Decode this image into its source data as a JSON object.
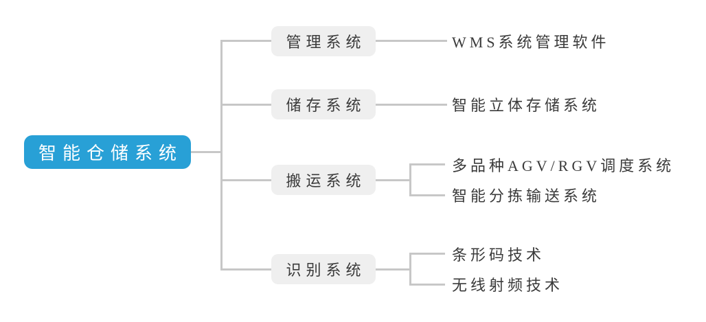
{
  "colors": {
    "root_background": "#28a0d6",
    "root_text": "#ffffff",
    "node_background": "#efefef",
    "node_text": "#3a3a3a",
    "connector_line": "#c7c7c7",
    "page_background": "#ffffff"
  },
  "root": {
    "label": "智能仓储系统"
  },
  "branches": [
    {
      "label": "管理系统",
      "children": [
        "WMS系统管理软件"
      ]
    },
    {
      "label": "储存系统",
      "children": [
        "智能立体存储系统"
      ]
    },
    {
      "label": "搬运系统",
      "children": [
        "多品种AGV/RGV调度系统",
        "智能分拣输送系统"
      ]
    },
    {
      "label": "识别系统",
      "children": [
        "条形码技术",
        "无线射频技术"
      ]
    }
  ]
}
